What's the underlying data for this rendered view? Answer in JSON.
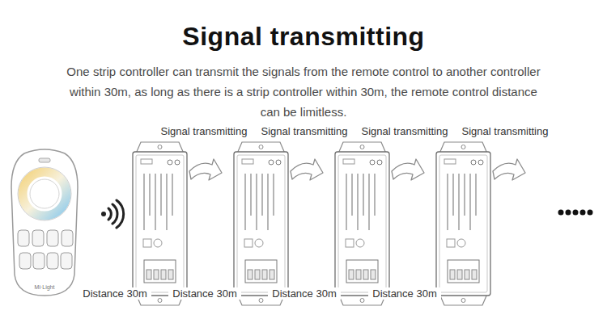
{
  "diagram": {
    "title": "Signal transmitting",
    "labels": [
      "One strip controller can transmit the signals from the remote control to another controller within 30m, as long as there is a strip controller within 30m, the remote control distance can be limitless.",
      "Signal transmitting",
      "Signal transmitting",
      "Signal transmitting",
      "Signal transmitting",
      "Mi·Light",
      "Distance 30m",
      "Distance 30m",
      "Distance 30m",
      "Distance 30m"
    ]
  }
}
